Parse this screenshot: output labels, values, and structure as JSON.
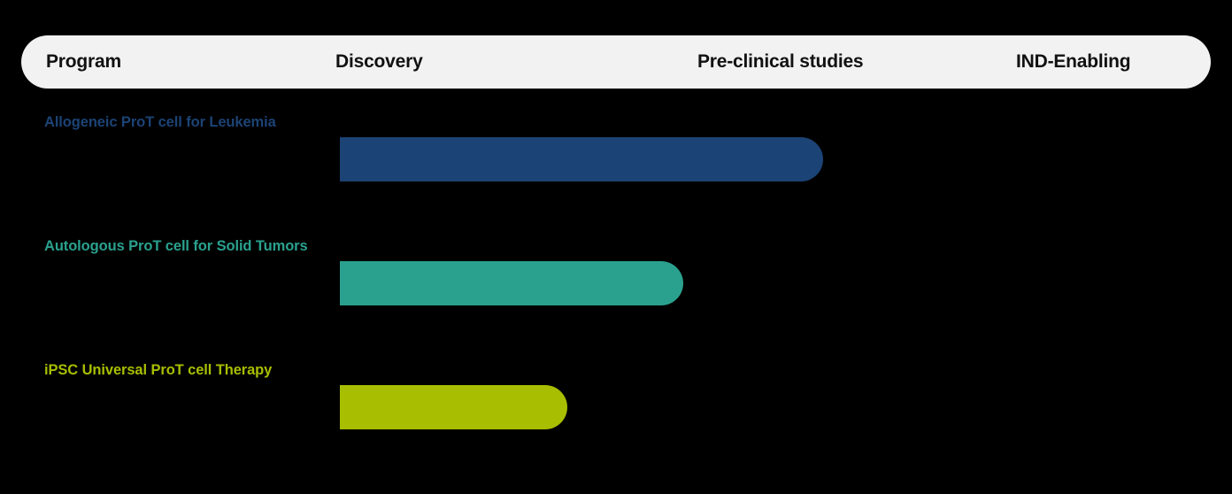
{
  "header": {
    "columns": [
      {
        "label": "Program",
        "name": "column-header-program"
      },
      {
        "label": "Discovery",
        "name": "column-header-discovery"
      },
      {
        "label": "Pre-clinical studies",
        "name": "column-header-preclinical"
      },
      {
        "label": "IND-Enabling",
        "name": "column-header-ind-enabling"
      }
    ],
    "background_color": "#f2f2f2",
    "text_color": "#111111"
  },
  "page": {
    "background_color": "#000000"
  },
  "rows": [
    {
      "program": "Allogeneic ProT cell for Leukemia",
      "color": "#1c4375",
      "progress_label": "Pre-clinical studies"
    },
    {
      "program": "Autologous ProT cell for Solid Tumors",
      "color": "#2aa18e",
      "progress_label": "Discovery"
    },
    {
      "program": "iPSC Universal ProT cell Therapy",
      "color": "#a8be00",
      "progress_label": "Discovery"
    }
  ],
  "chart_data": {
    "type": "bar",
    "title": "",
    "xlabel": "",
    "ylabel": "",
    "orientation": "horizontal",
    "stage_axis": [
      "Program",
      "Discovery",
      "Pre-clinical studies",
      "IND-Enabling"
    ],
    "categories": [
      "Allogeneic ProT cell for Leukemia",
      "Autologous ProT cell for Solid Tumors",
      "iPSC Universal ProT cell Therapy"
    ],
    "values": [
      55.5,
      39.4,
      26.1
    ],
    "value_unit": "percent of full pipeline width",
    "colors": [
      "#1c4375",
      "#2aa18e",
      "#a8be00"
    ],
    "xlim": [
      0,
      100
    ],
    "grid": false,
    "legend": "none"
  }
}
